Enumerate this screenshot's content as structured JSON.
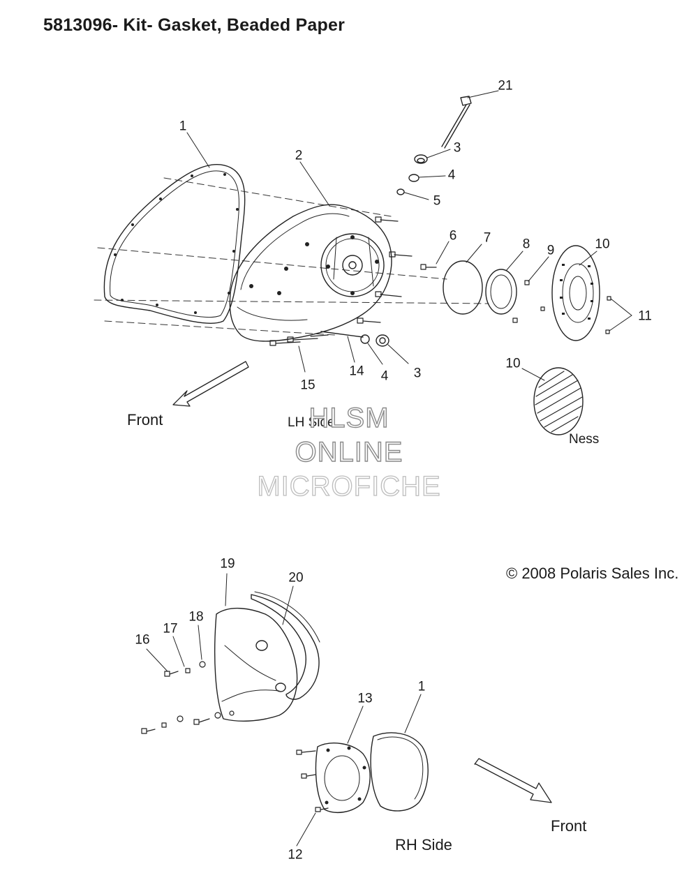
{
  "title": "5813096- Kit- Gasket, Beaded Paper",
  "copyright": "© 2008 Polaris Sales Inc.",
  "labels": {
    "front_top": "Front",
    "lh_side": "LH Side",
    "ness": "Ness",
    "front_bottom": "Front",
    "rh_side": "RH Side"
  },
  "watermark": {
    "line1": "HLSM",
    "line2": "ONLINE",
    "line3": "MICROFICHE"
  },
  "callouts_top": [
    "1",
    "2",
    "3",
    "4",
    "5",
    "6",
    "7",
    "8",
    "9",
    "10",
    "11",
    "21",
    "15",
    "14",
    "4",
    "3",
    "10"
  ],
  "callouts_bottom": [
    "19",
    "20",
    "16",
    "17",
    "18",
    "13",
    "1",
    "12"
  ]
}
